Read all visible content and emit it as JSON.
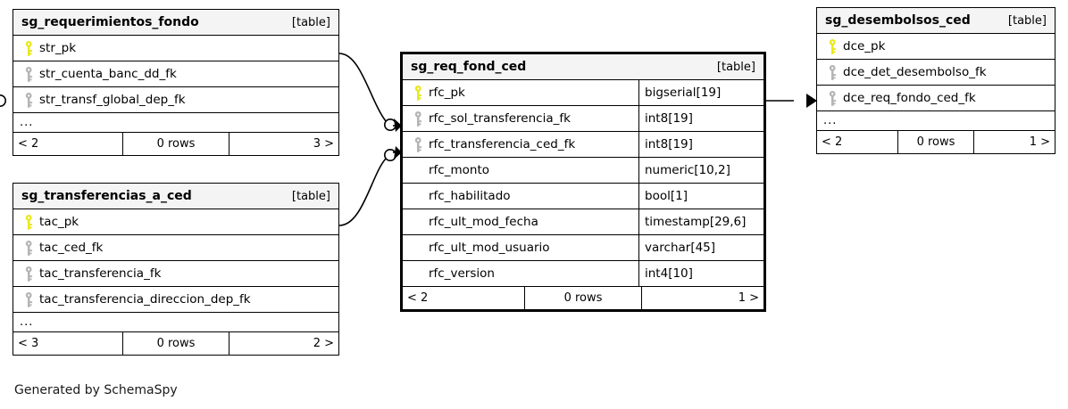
{
  "diagram": {
    "generator_note": "Generated by SchemaSpy",
    "kind_label": "[table]",
    "ellipsis": "...",
    "colors": {
      "primary_key": "#e8e81c",
      "foreign_key": "#b4b4b4",
      "border": "#000000",
      "header_background": "#f4f4f4",
      "page_background": "#ffffff"
    }
  },
  "tables": [
    {
      "id": "sg_requerimientos_fondo",
      "name": "sg_requerimientos_fondo",
      "kind": "[table]",
      "focal": false,
      "show_types": false,
      "columns": [
        {
          "name": "str_pk",
          "key": "primary",
          "type": ""
        },
        {
          "name": "str_cuenta_banc_dd_fk",
          "key": "foreign",
          "type": ""
        },
        {
          "name": "str_transf_global_dep_fk",
          "key": "foreign",
          "type": ""
        }
      ],
      "has_ellipsis": true,
      "footer": {
        "left": "< 2",
        "middle": "0 rows",
        "right": "3 >"
      }
    },
    {
      "id": "sg_transferencias_a_ced",
      "name": "sg_transferencias_a_ced",
      "kind": "[table]",
      "focal": false,
      "show_types": false,
      "columns": [
        {
          "name": "tac_pk",
          "key": "primary",
          "type": ""
        },
        {
          "name": "tac_ced_fk",
          "key": "foreign",
          "type": ""
        },
        {
          "name": "tac_transferencia_fk",
          "key": "foreign",
          "type": ""
        },
        {
          "name": "tac_transferencia_direccion_dep_fk",
          "key": "foreign",
          "type": ""
        }
      ],
      "has_ellipsis": true,
      "footer": {
        "left": "< 3",
        "middle": "0 rows",
        "right": "2 >"
      }
    },
    {
      "id": "sg_req_fond_ced",
      "name": "sg_req_fond_ced",
      "kind": "[table]",
      "focal": true,
      "show_types": true,
      "columns": [
        {
          "name": "rfc_pk",
          "key": "primary",
          "type": "bigserial[19]"
        },
        {
          "name": "rfc_sol_transferencia_fk",
          "key": "foreign",
          "type": "int8[19]"
        },
        {
          "name": "rfc_transferencia_ced_fk",
          "key": "foreign",
          "type": "int8[19]"
        },
        {
          "name": "rfc_monto",
          "key": "none",
          "type": "numeric[10,2]"
        },
        {
          "name": "rfc_habilitado",
          "key": "none",
          "type": "bool[1]"
        },
        {
          "name": "rfc_ult_mod_fecha",
          "key": "none",
          "type": "timestamp[29,6]"
        },
        {
          "name": "rfc_ult_mod_usuario",
          "key": "none",
          "type": "varchar[45]"
        },
        {
          "name": "rfc_version",
          "key": "none",
          "type": "int4[10]"
        }
      ],
      "has_ellipsis": false,
      "footer": {
        "left": "< 2",
        "middle": "0 rows",
        "right": "1 >"
      }
    },
    {
      "id": "sg_desembolsos_ced",
      "name": "sg_desembolsos_ced",
      "kind": "[table]",
      "focal": false,
      "show_types": false,
      "columns": [
        {
          "name": "dce_pk",
          "key": "primary",
          "type": ""
        },
        {
          "name": "dce_det_desembolso_fk",
          "key": "foreign",
          "type": ""
        },
        {
          "name": "dce_req_fondo_ced_fk",
          "key": "foreign",
          "type": ""
        }
      ],
      "has_ellipsis": true,
      "footer": {
        "left": "< 2",
        "middle": "0 rows",
        "right": "1 >"
      }
    }
  ],
  "relationships": [
    {
      "id": "rel-req-fondo",
      "from": "sg_requerimientos_fondo.str_pk",
      "to": "sg_req_fond_ced.rfc_sol_transferencia_fk"
    },
    {
      "id": "rel-transferencias",
      "from": "sg_transferencias_a_ced.tac_pk",
      "to": "sg_req_fond_ced.rfc_transferencia_ced_fk"
    },
    {
      "id": "rel-desembolsos",
      "from": "sg_req_fond_ced.rfc_pk",
      "to": "sg_desembolsos_ced.dce_req_fondo_ced_fk"
    }
  ]
}
